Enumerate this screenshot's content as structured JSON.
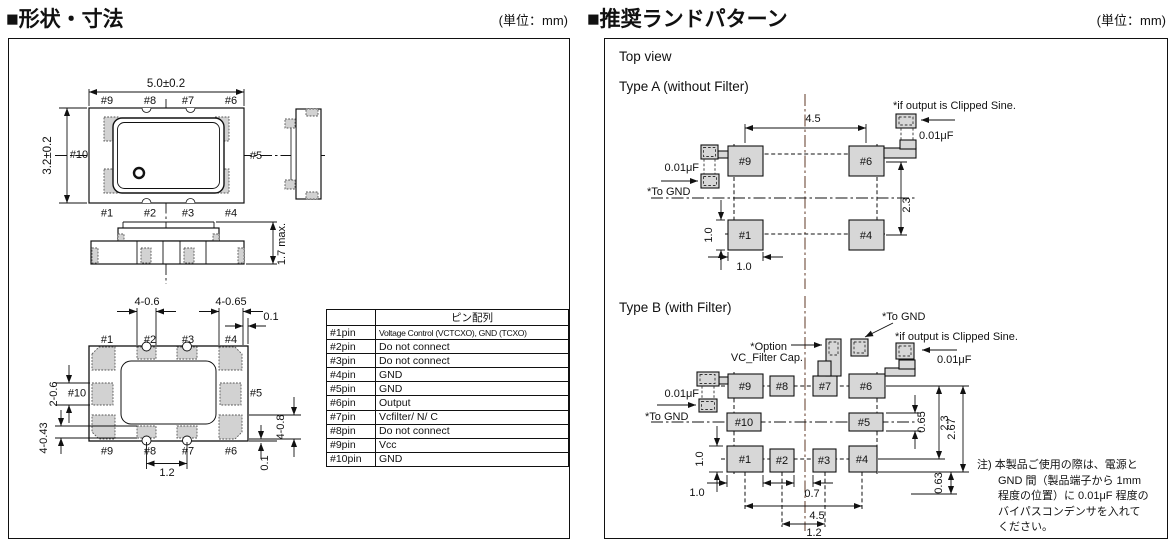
{
  "left": {
    "title": "■形状・寸法",
    "unit": "(単位：mm)",
    "top_view": {
      "dim_w": "5.0±0.2",
      "dim_h": "3.2±0.2",
      "pins_top": [
        "#9",
        "#8",
        "#7",
        "#6"
      ],
      "pin_left": "#10",
      "pin_right": "#5",
      "pins_bottom": [
        "#1",
        "#2",
        "#3",
        "#4"
      ]
    },
    "front_view": {
      "dim": "1.7 max."
    },
    "bottom_view": {
      "pins_top": [
        "#1",
        "#2",
        "#3",
        "#4"
      ],
      "pin_left": "#10",
      "pin_right": "#5",
      "pins_bottom": [
        "#9",
        "#8",
        "#7",
        "#6"
      ],
      "dim_top1": "4-0.6",
      "dim_top2": "4-0.65",
      "dim_top3": "0.1",
      "dim_left1": "2-0.6",
      "dim_left2": "4-0.43",
      "dim_right1": "4-0.8",
      "dim_right2": "0.1",
      "dim_bottom": "1.2"
    },
    "table": {
      "header": "ピン配列",
      "rows": [
        {
          "pin": "#1pin",
          "func": "Voltage Control (VCTCXO), GND (TCXO)"
        },
        {
          "pin": "#2pin",
          "func": "Do not connect"
        },
        {
          "pin": "#3pin",
          "func": "Do not connect"
        },
        {
          "pin": "#4pin",
          "func": "GND"
        },
        {
          "pin": "#5pin",
          "func": "GND"
        },
        {
          "pin": "#6pin",
          "func": "Output"
        },
        {
          "pin": "#7pin",
          "func": "Vcfilter/ N/ C"
        },
        {
          "pin": "#8pin",
          "func": "Do not connect"
        },
        {
          "pin": "#9pin",
          "func": "Vcc"
        },
        {
          "pin": "#10pin",
          "func": "GND"
        }
      ]
    }
  },
  "right": {
    "title": "■推奨ランドパターン",
    "unit": "(単位：mm)",
    "top_view_label": "Top view",
    "type_a": {
      "label": "Type A (without Filter)",
      "pad_tl": "#9",
      "pad_tr": "#6",
      "pad_bl": "#1",
      "pad_br": "#4",
      "dim_width": "4.5",
      "dim_height": "2.3",
      "dim_pad_w": "1.0",
      "dim_pad_h": "1.0",
      "cap_left_value": "0.01μF",
      "cap_left_note": "*To GND",
      "cap_right_value": "0.01μF",
      "cap_right_note": "*if output is Clipped Sine."
    },
    "type_b": {
      "label": "Type B (with Filter)",
      "pads_top": [
        "#9",
        "#8",
        "#7",
        "#6"
      ],
      "pads_mid": [
        "#10",
        "#5"
      ],
      "pads_bottom": [
        "#1",
        "#2",
        "#3",
        "#4"
      ],
      "note_gnd_top": "*To GND",
      "note_clipped": "*if output is Clipped Sine.",
      "cap_right_value": "0.01μF",
      "option_line1": "*Option",
      "option_line2": "VC_Filter Cap.",
      "cap_left_value": "0.01μF",
      "note_gnd_left": "*To GND",
      "dim_pad_w": "1.0",
      "dim_pad_h": "1.0",
      "dim_gap": "0.7",
      "dim_width": "4.5",
      "dim_pitch": "1.2",
      "dim_r1": "0.65",
      "dim_r2": "2.3",
      "dim_r3": "2.67",
      "dim_r4": "0.63"
    },
    "note": {
      "lines": [
        "注) 本製品ご使用の際は、電源と",
        "GND 間（製品端子から 1mm",
        "程度の位置）に 0.01μF 程度の",
        "バイパスコンデンサを入れて",
        "ください。"
      ]
    }
  }
}
